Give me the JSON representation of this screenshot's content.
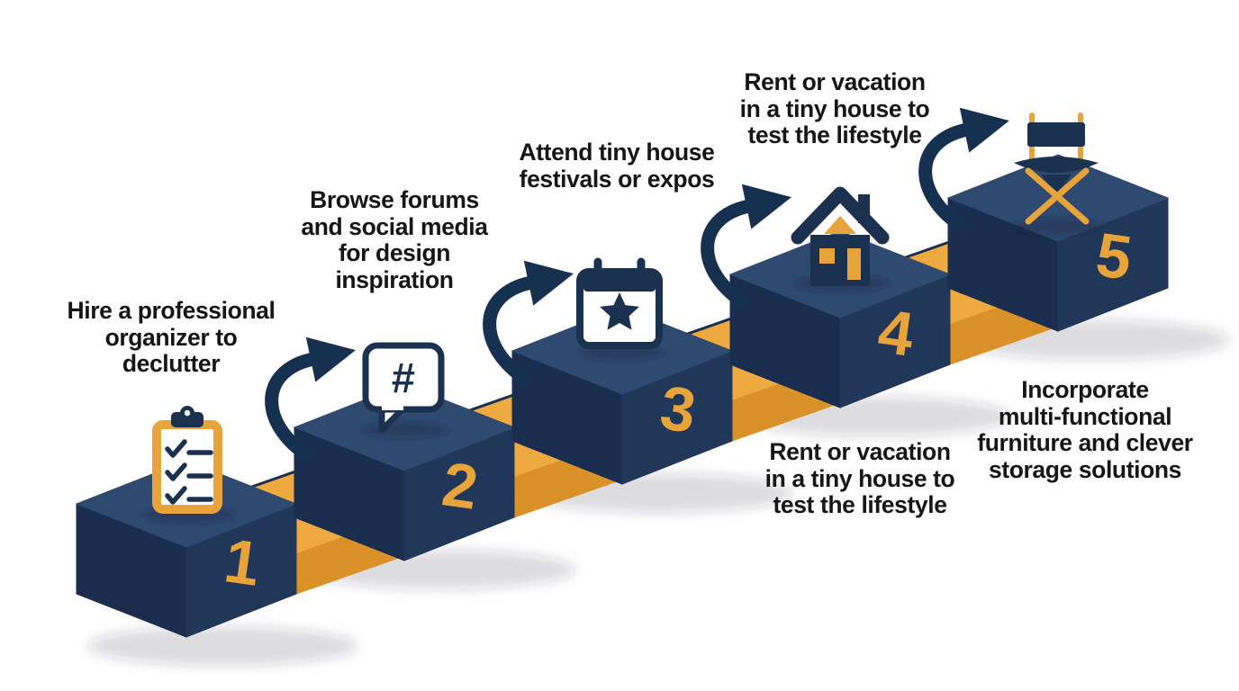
{
  "figure": {
    "title": "",
    "background": "#ffffff",
    "steps": [
      {
        "number": "1",
        "icon": "clipboard-checklist-icon",
        "label": "Hire a professional\norganizer to\ndeclutter"
      },
      {
        "number": "2",
        "icon": "hashtag-chat-bubble-icon",
        "icon_glyph": "#",
        "label": "Browse forums\nand social media\nfor design\ninspiration"
      },
      {
        "number": "3",
        "icon": "calendar-star-icon",
        "label": "Attend tiny house\nfestivals or expos"
      },
      {
        "number": "4",
        "icon": "tiny-house-icon",
        "label": "Rent or vacation\nin a tiny house to\ntest the lifestyle",
        "label_below": "Rent or vacation\nin a tiny house to\ntest the lifestyle"
      },
      {
        "number": "5",
        "icon": "directors-chair-icon",
        "label": "Incorporate\nmulti-functional\nfurniture and clever\nstorage solutions"
      }
    ],
    "colors": {
      "block_top": "#2e4a71",
      "block_left": "#1a2d4e",
      "block_right": "#213759",
      "connector_top": "#efaa3f",
      "connector_front": "#da9128",
      "step_number": "#e8a33b",
      "arrow": "#16304f",
      "icon_navy": "#1b3150",
      "icon_gold": "#e8a33b",
      "label_text": "#161616"
    }
  }
}
